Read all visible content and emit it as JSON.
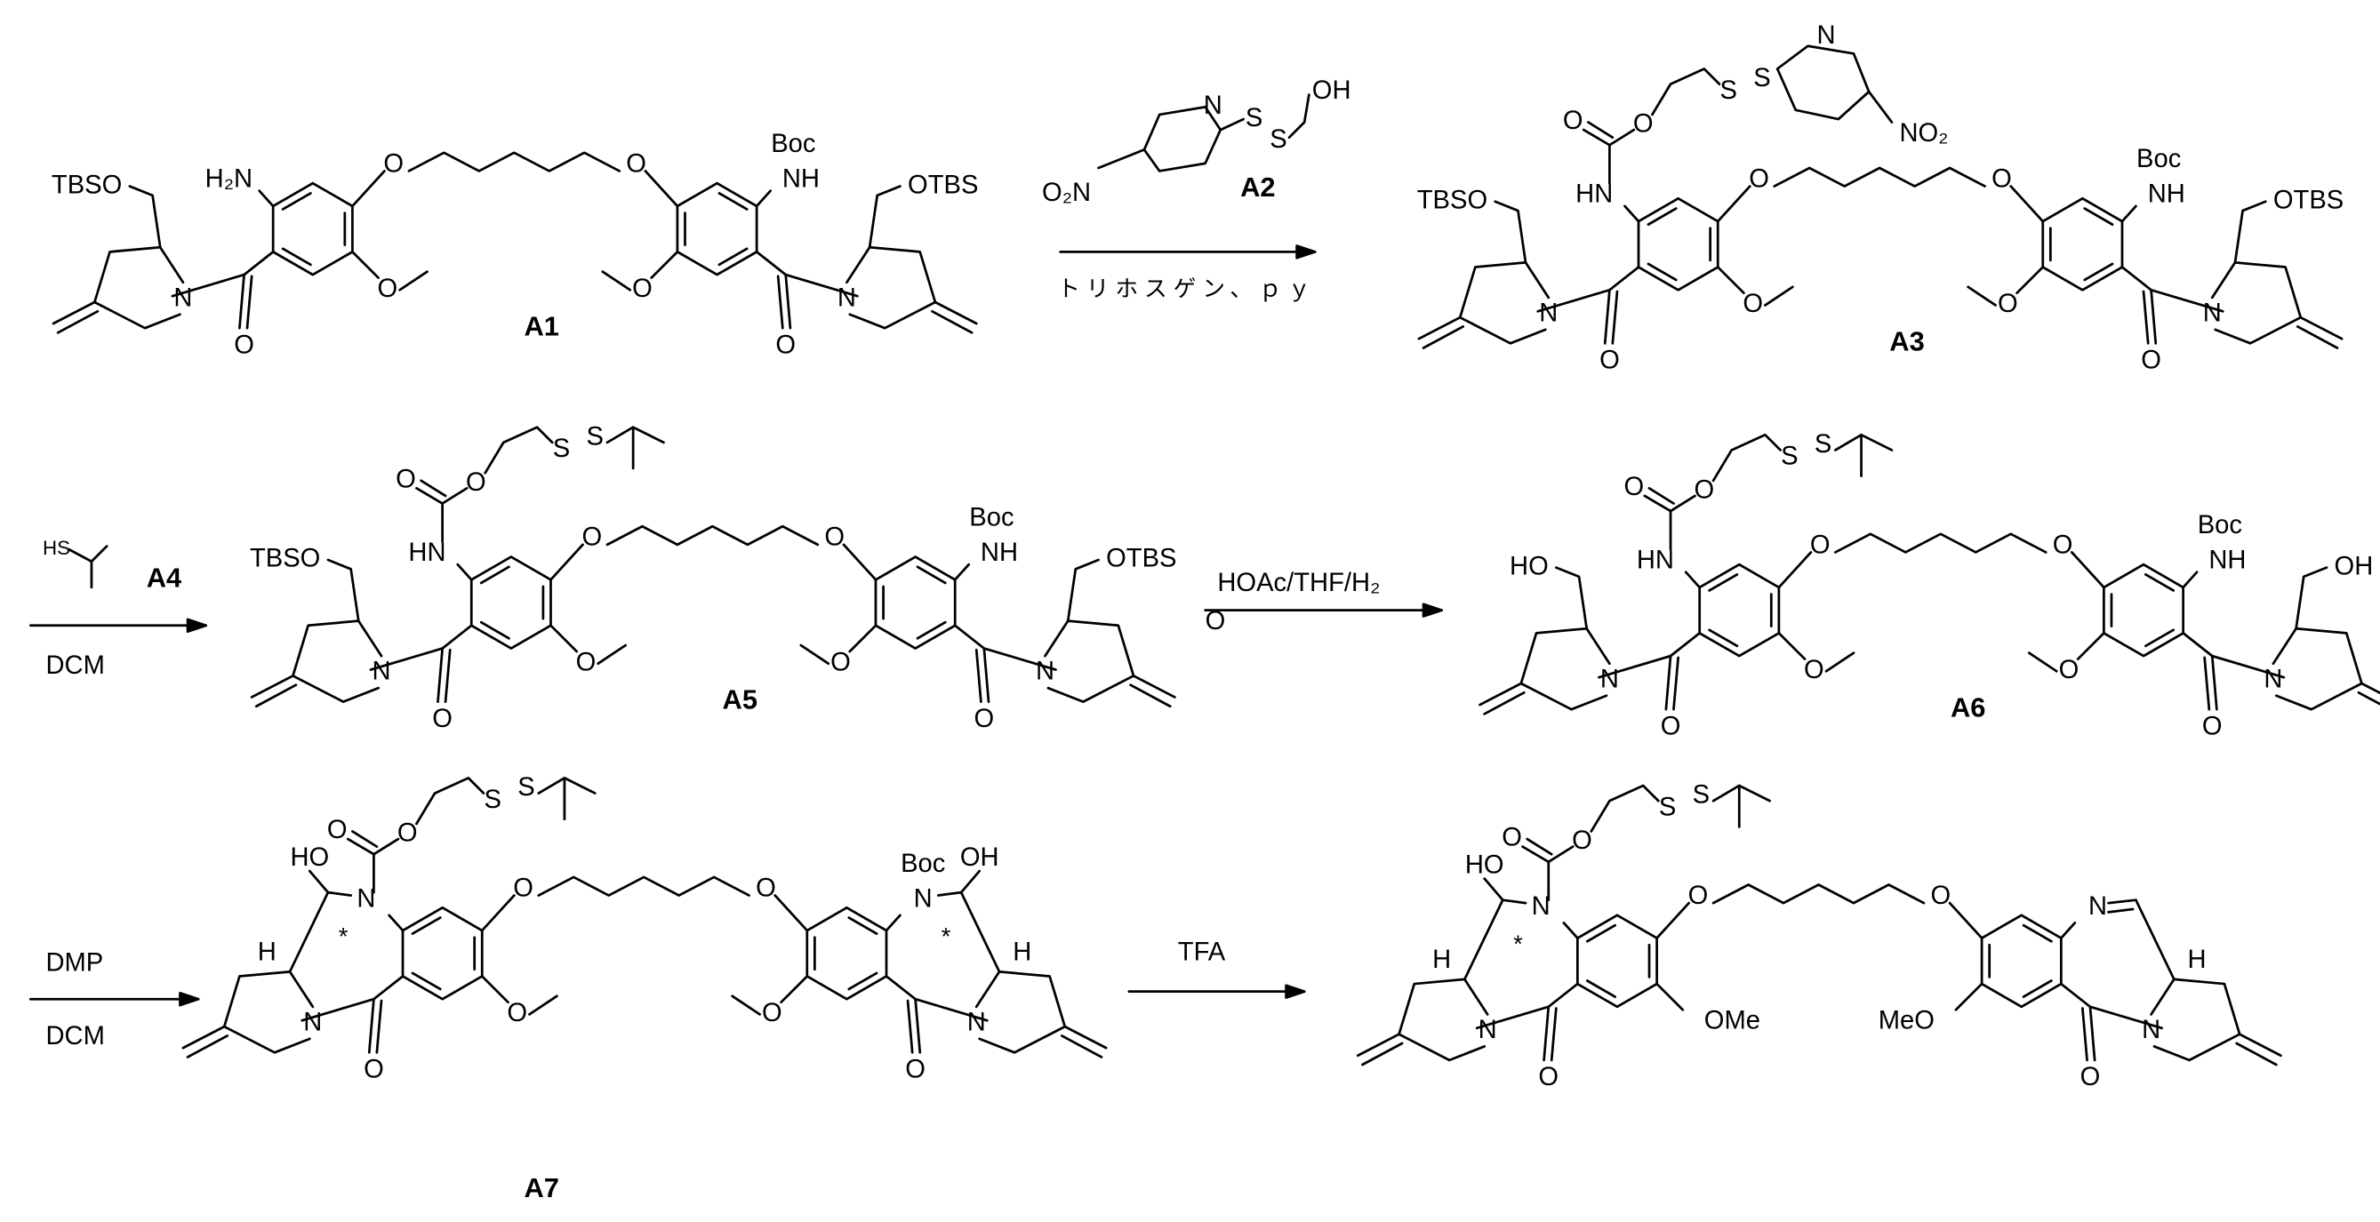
{
  "atoms": {
    "N": "N",
    "O": "O",
    "S": "S",
    "H": "H",
    "star": "*"
  },
  "compounds": [
    {
      "id": "A1",
      "left_n": "H₂N",
      "left_alcohol": "TBSO",
      "right_n": "NH",
      "boc": "Boc",
      "right_alcohol": "OTBS",
      "left_ome": "O",
      "right_ome": "O",
      "ring": "open",
      "carbamate": false
    },
    {
      "id": "A3",
      "left_n": "HN",
      "left_alcohol": "TBSO",
      "right_n": "NH",
      "boc": "Boc",
      "right_alcohol": "OTBS",
      "left_ome": "O",
      "right_ome": "O",
      "ring": "open",
      "carbamate": true,
      "tail": "pyridyl",
      "tail_no2": "NO₂"
    },
    {
      "id": "A5",
      "left_n": "HN",
      "left_alcohol": "TBSO",
      "right_n": "NH",
      "boc": "Boc",
      "right_alcohol": "OTBS",
      "left_ome": "O",
      "right_ome": "O",
      "ring": "open",
      "carbamate": true,
      "tail": "isopropyl"
    },
    {
      "id": "A6",
      "left_n": "HN",
      "left_alcohol": "HO",
      "right_n": "NH",
      "boc": "Boc",
      "right_alcohol": "OH",
      "left_ome": "O",
      "right_ome": "O",
      "ring": "open",
      "carbamate": true,
      "tail": "isopropyl"
    },
    {
      "id": "A7",
      "left_n": "N",
      "left_oh": "HO",
      "right_n": "N",
      "boc": "Boc",
      "right_oh": "OH",
      "left_ome": "O",
      "right_ome": "O",
      "ring": "closed",
      "carbamate": true,
      "tail": "isopropyl"
    },
    {
      "id": "",
      "left_n": "N",
      "left_oh": "HO",
      "right_n": "N",
      "left_ome": "OMe",
      "right_ome": "MeO",
      "ring": "final",
      "carbamate": true,
      "tail": "isopropyl"
    }
  ],
  "reagents": {
    "step1": {
      "reagent_id": "A2",
      "reagent_no2": "O₂N",
      "reagent_oh": "OH",
      "conditions": "トリホスゲン、ｐｙ"
    },
    "step2": {
      "reagent_id": "A4",
      "reagent_hs": "HS",
      "solvent": "DCM"
    },
    "step3": {
      "conditions_line1": "HOAc/THF/H₂",
      "conditions_line2": "O"
    },
    "step4": {
      "reagent": "DMP",
      "solvent": "DCM"
    },
    "step5": {
      "reagent": "TFA"
    }
  }
}
